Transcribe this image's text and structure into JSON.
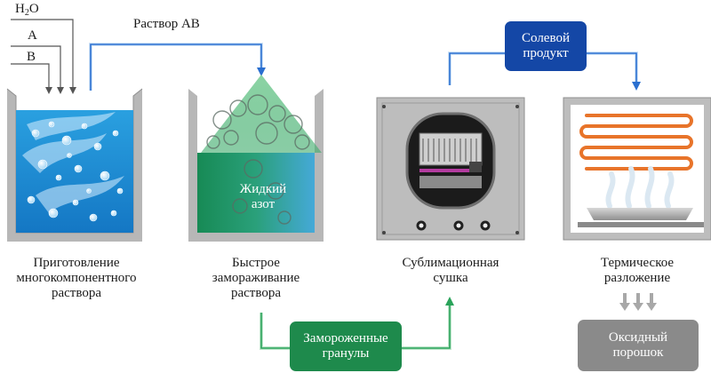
{
  "inputs": {
    "water_main": "H",
    "water_sub": "2",
    "water_tail": "O",
    "a": "A",
    "b": "B"
  },
  "flow_label": "Раствор АВ",
  "stages": [
    {
      "lines": [
        "Приготовление",
        "многокомпонентного",
        "раствора"
      ]
    },
    {
      "lines": [
        "Быстрое",
        "замораживание",
        "раствора"
      ]
    },
    {
      "lines": [
        "Сублимационная",
        "сушка"
      ]
    },
    {
      "lines": [
        "Термическое",
        "разложение"
      ]
    }
  ],
  "liquid_nitrogen": [
    "Жидкий",
    "азот"
  ],
  "boxes": {
    "salt_product": {
      "lines": [
        "Солевой",
        "продукт"
      ],
      "color": "#1447a6"
    },
    "frozen_granules": {
      "lines": [
        "Замороженные",
        "гранулы"
      ],
      "color": "#1e8a4c"
    },
    "oxide_powder": {
      "lines": [
        "Оксидный",
        "порошок"
      ],
      "color": "#8a8a8a"
    }
  },
  "colors": {
    "blue_line": "#2a6fd0",
    "green_line": "#2aa35a",
    "vessel_gray": "#b3b3b3",
    "coil": "#e8742a"
  }
}
